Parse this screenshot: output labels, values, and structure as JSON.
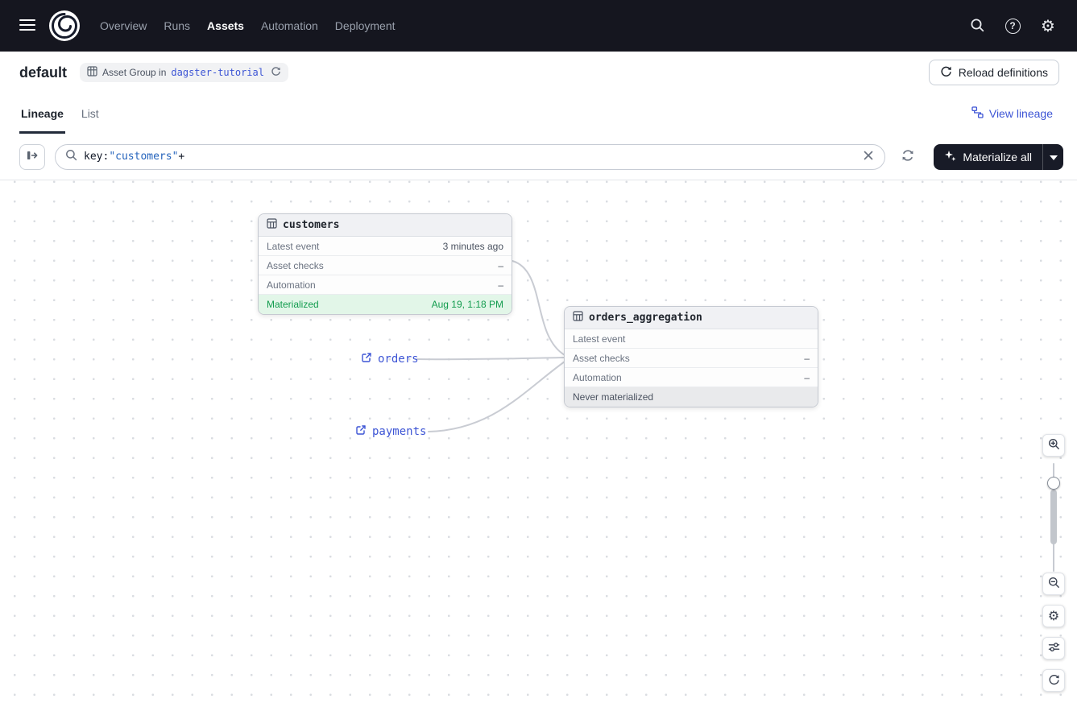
{
  "nav": {
    "items": [
      {
        "label": "Overview",
        "active": false
      },
      {
        "label": "Runs",
        "active": false
      },
      {
        "label": "Assets",
        "active": true
      },
      {
        "label": "Automation",
        "active": false
      },
      {
        "label": "Deployment",
        "active": false
      }
    ]
  },
  "header": {
    "title": "default",
    "badge": {
      "prefix": "Asset Group in",
      "link": "dagster-tutorial"
    },
    "reload_label": "Reload definitions"
  },
  "tabs": {
    "lineage": "Lineage",
    "list": "List",
    "view_lineage": "View lineage"
  },
  "toolbar": {
    "search": {
      "key": "key:",
      "quoted": "\"customers\"",
      "suffix": "+"
    },
    "materialize_label": "Materialize all"
  },
  "graph": {
    "nodes": [
      {
        "name": "customers",
        "rows": [
          {
            "label": "Latest event",
            "value": "3 minutes ago"
          },
          {
            "label": "Asset checks",
            "value": "–"
          },
          {
            "label": "Automation",
            "value": "–"
          }
        ],
        "status": {
          "label": "Materialized",
          "value": "Aug 19, 1:18 PM",
          "kind": "materialized"
        }
      },
      {
        "name": "orders_aggregation",
        "rows": [
          {
            "label": "Latest event",
            "value": ""
          },
          {
            "label": "Asset checks",
            "value": "–"
          },
          {
            "label": "Automation",
            "value": "–"
          }
        ],
        "status": {
          "label": "Never materialized",
          "value": "",
          "kind": "never"
        }
      }
    ],
    "external": [
      {
        "label": "orders"
      },
      {
        "label": "payments"
      }
    ]
  },
  "icons": {
    "help": "?",
    "gear": "⚙"
  },
  "colors": {
    "nav_bg": "#15161F",
    "accent_blue": "#3D55D5",
    "materialized_text": "#129C4E",
    "materialized_bg": "#E2F6E8",
    "never_bg": "#E9EAEC",
    "dark_button_bg": "#181B27"
  }
}
